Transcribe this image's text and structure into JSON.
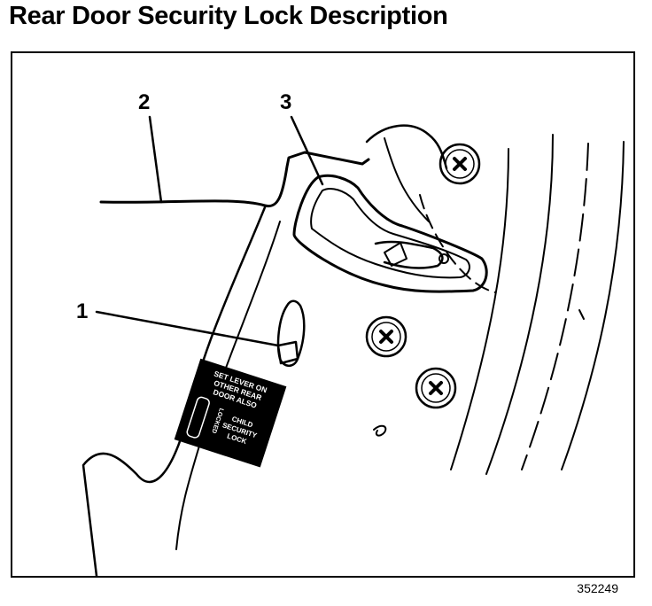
{
  "title": "Rear Door Security Lock Description",
  "figure_id": "352249",
  "callouts": {
    "one": "1",
    "two": "2",
    "three": "3"
  },
  "lock_label": {
    "line1": "SET LEVER ON",
    "line2": "OTHER REAR",
    "line3": "DOOR ALSO",
    "child1": "CHILD",
    "child2": "SECURITY",
    "child3": "LOCK",
    "side": "LOCKED"
  }
}
